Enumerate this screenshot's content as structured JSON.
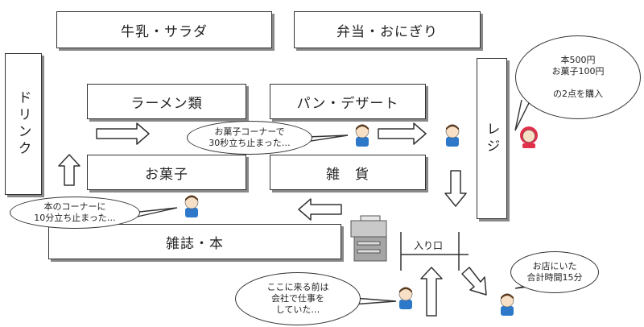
{
  "shelves": {
    "milk_salad": "牛乳・サラダ",
    "bento_onigiri": "弁当・おにぎり",
    "drink": "ドリンク",
    "ramen": "ラーメン類",
    "bread_dessert": "パン・デザート",
    "snacks": "お菓子",
    "goods": "雑　貨",
    "magazines_books": "雑誌・本",
    "register": "レジ"
  },
  "bubbles": {
    "purchase": "本500円\nお菓子100円\n\nの2点を購入",
    "snack_corner": "お菓子コーナーで\n30秒立ち止まった…",
    "book_corner": "本のコーナーに\n10分立ち止まった…",
    "total_time": "お店にいた\n合計時間15分",
    "before": "ここに来る前は\n会社で仕事を\nしていた…"
  },
  "entrance": "入り口",
  "colors": {
    "hair": "#5a3a1f",
    "shirt": "#2d78c8",
    "clerk_hair": "#e0304a",
    "face": "#f7e0c6"
  },
  "icons": [
    "person-icon",
    "clerk-icon",
    "printer-icon",
    "arrow-right-icon",
    "arrow-left-icon",
    "arrow-up-icon",
    "arrow-down-icon"
  ]
}
